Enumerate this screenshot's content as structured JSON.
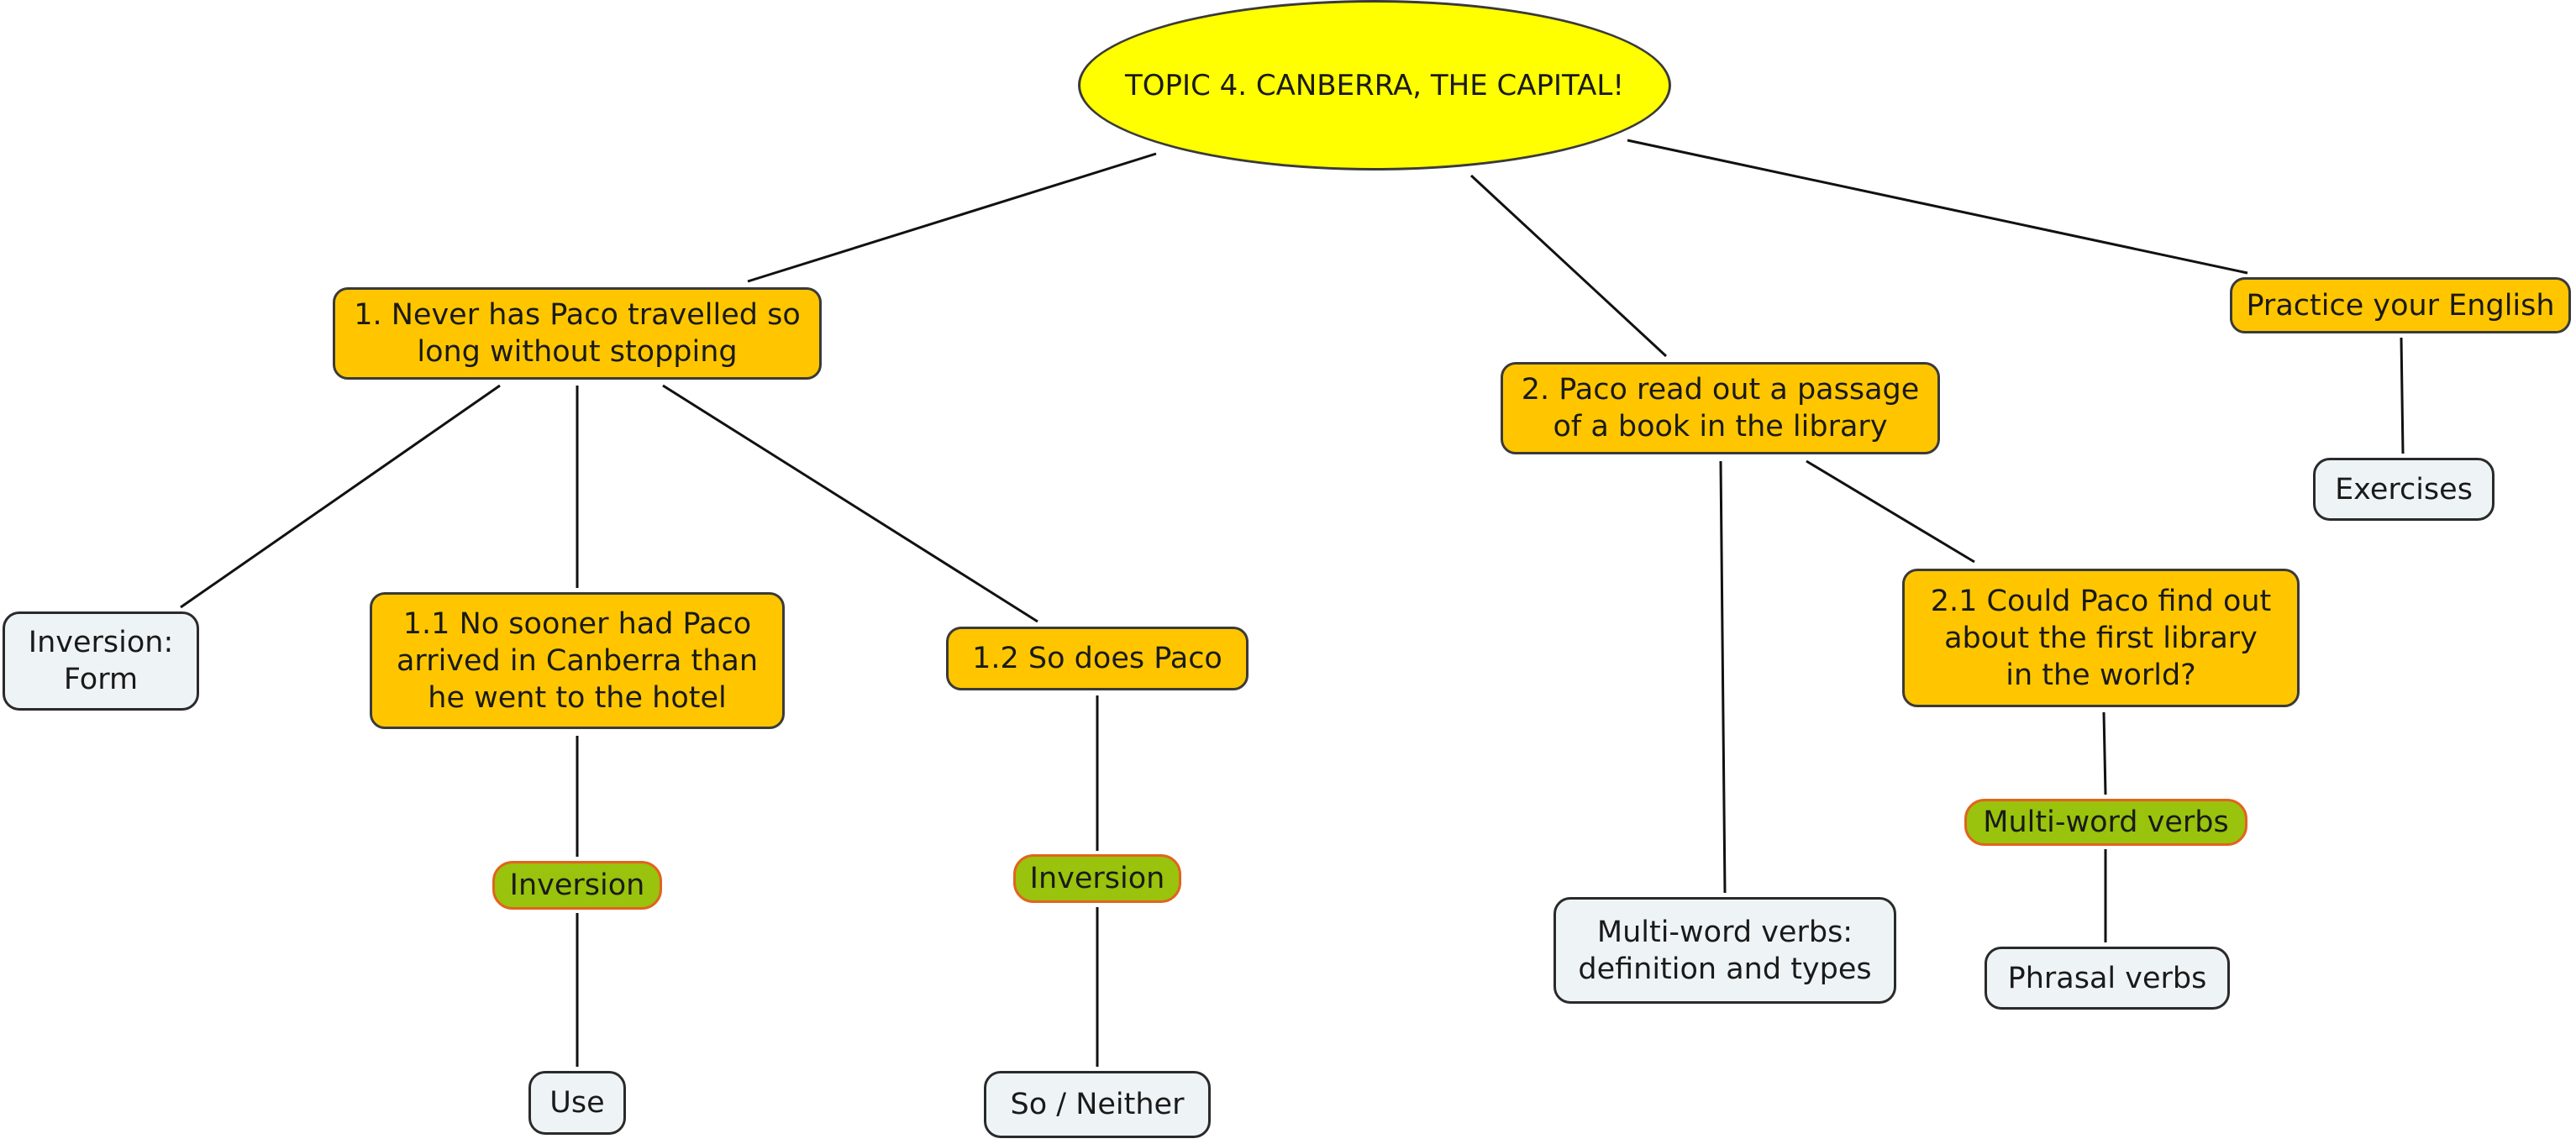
{
  "root": {
    "label": "TOPIC 4. CANBERRA, THE CAPITAL!"
  },
  "branch1": {
    "label": "1. Never has Paco travelled so\nlong without stopping",
    "inversion_form": "Inversion:\nForm",
    "sub1_1": {
      "label": "1.1 No sooner had Paco\narrived in Canberra than\nhe went to the hotel",
      "tag": "Inversion",
      "leaf": "Use"
    },
    "sub1_2": {
      "label": "1.2 So does Paco",
      "tag": "Inversion",
      "leaf": "So / Neither"
    }
  },
  "branch2": {
    "label": "2. Paco read out a passage\nof a book in the library",
    "leaf": "Multi-word verbs:\ndefinition and types",
    "sub2_1": {
      "label": "2.1 Could Paco find out\nabout the first library\nin the world?",
      "tag": "Multi-word verbs",
      "leaf": "Phrasal verbs"
    }
  },
  "branch3": {
    "label": "Practice your English",
    "leaf": "Exercises"
  },
  "colors": {
    "topic": "#ffff00",
    "branch": "#ffc600",
    "leaf": "#eef4f5",
    "tag": "#99c30c",
    "tag_border": "#e2631f"
  }
}
